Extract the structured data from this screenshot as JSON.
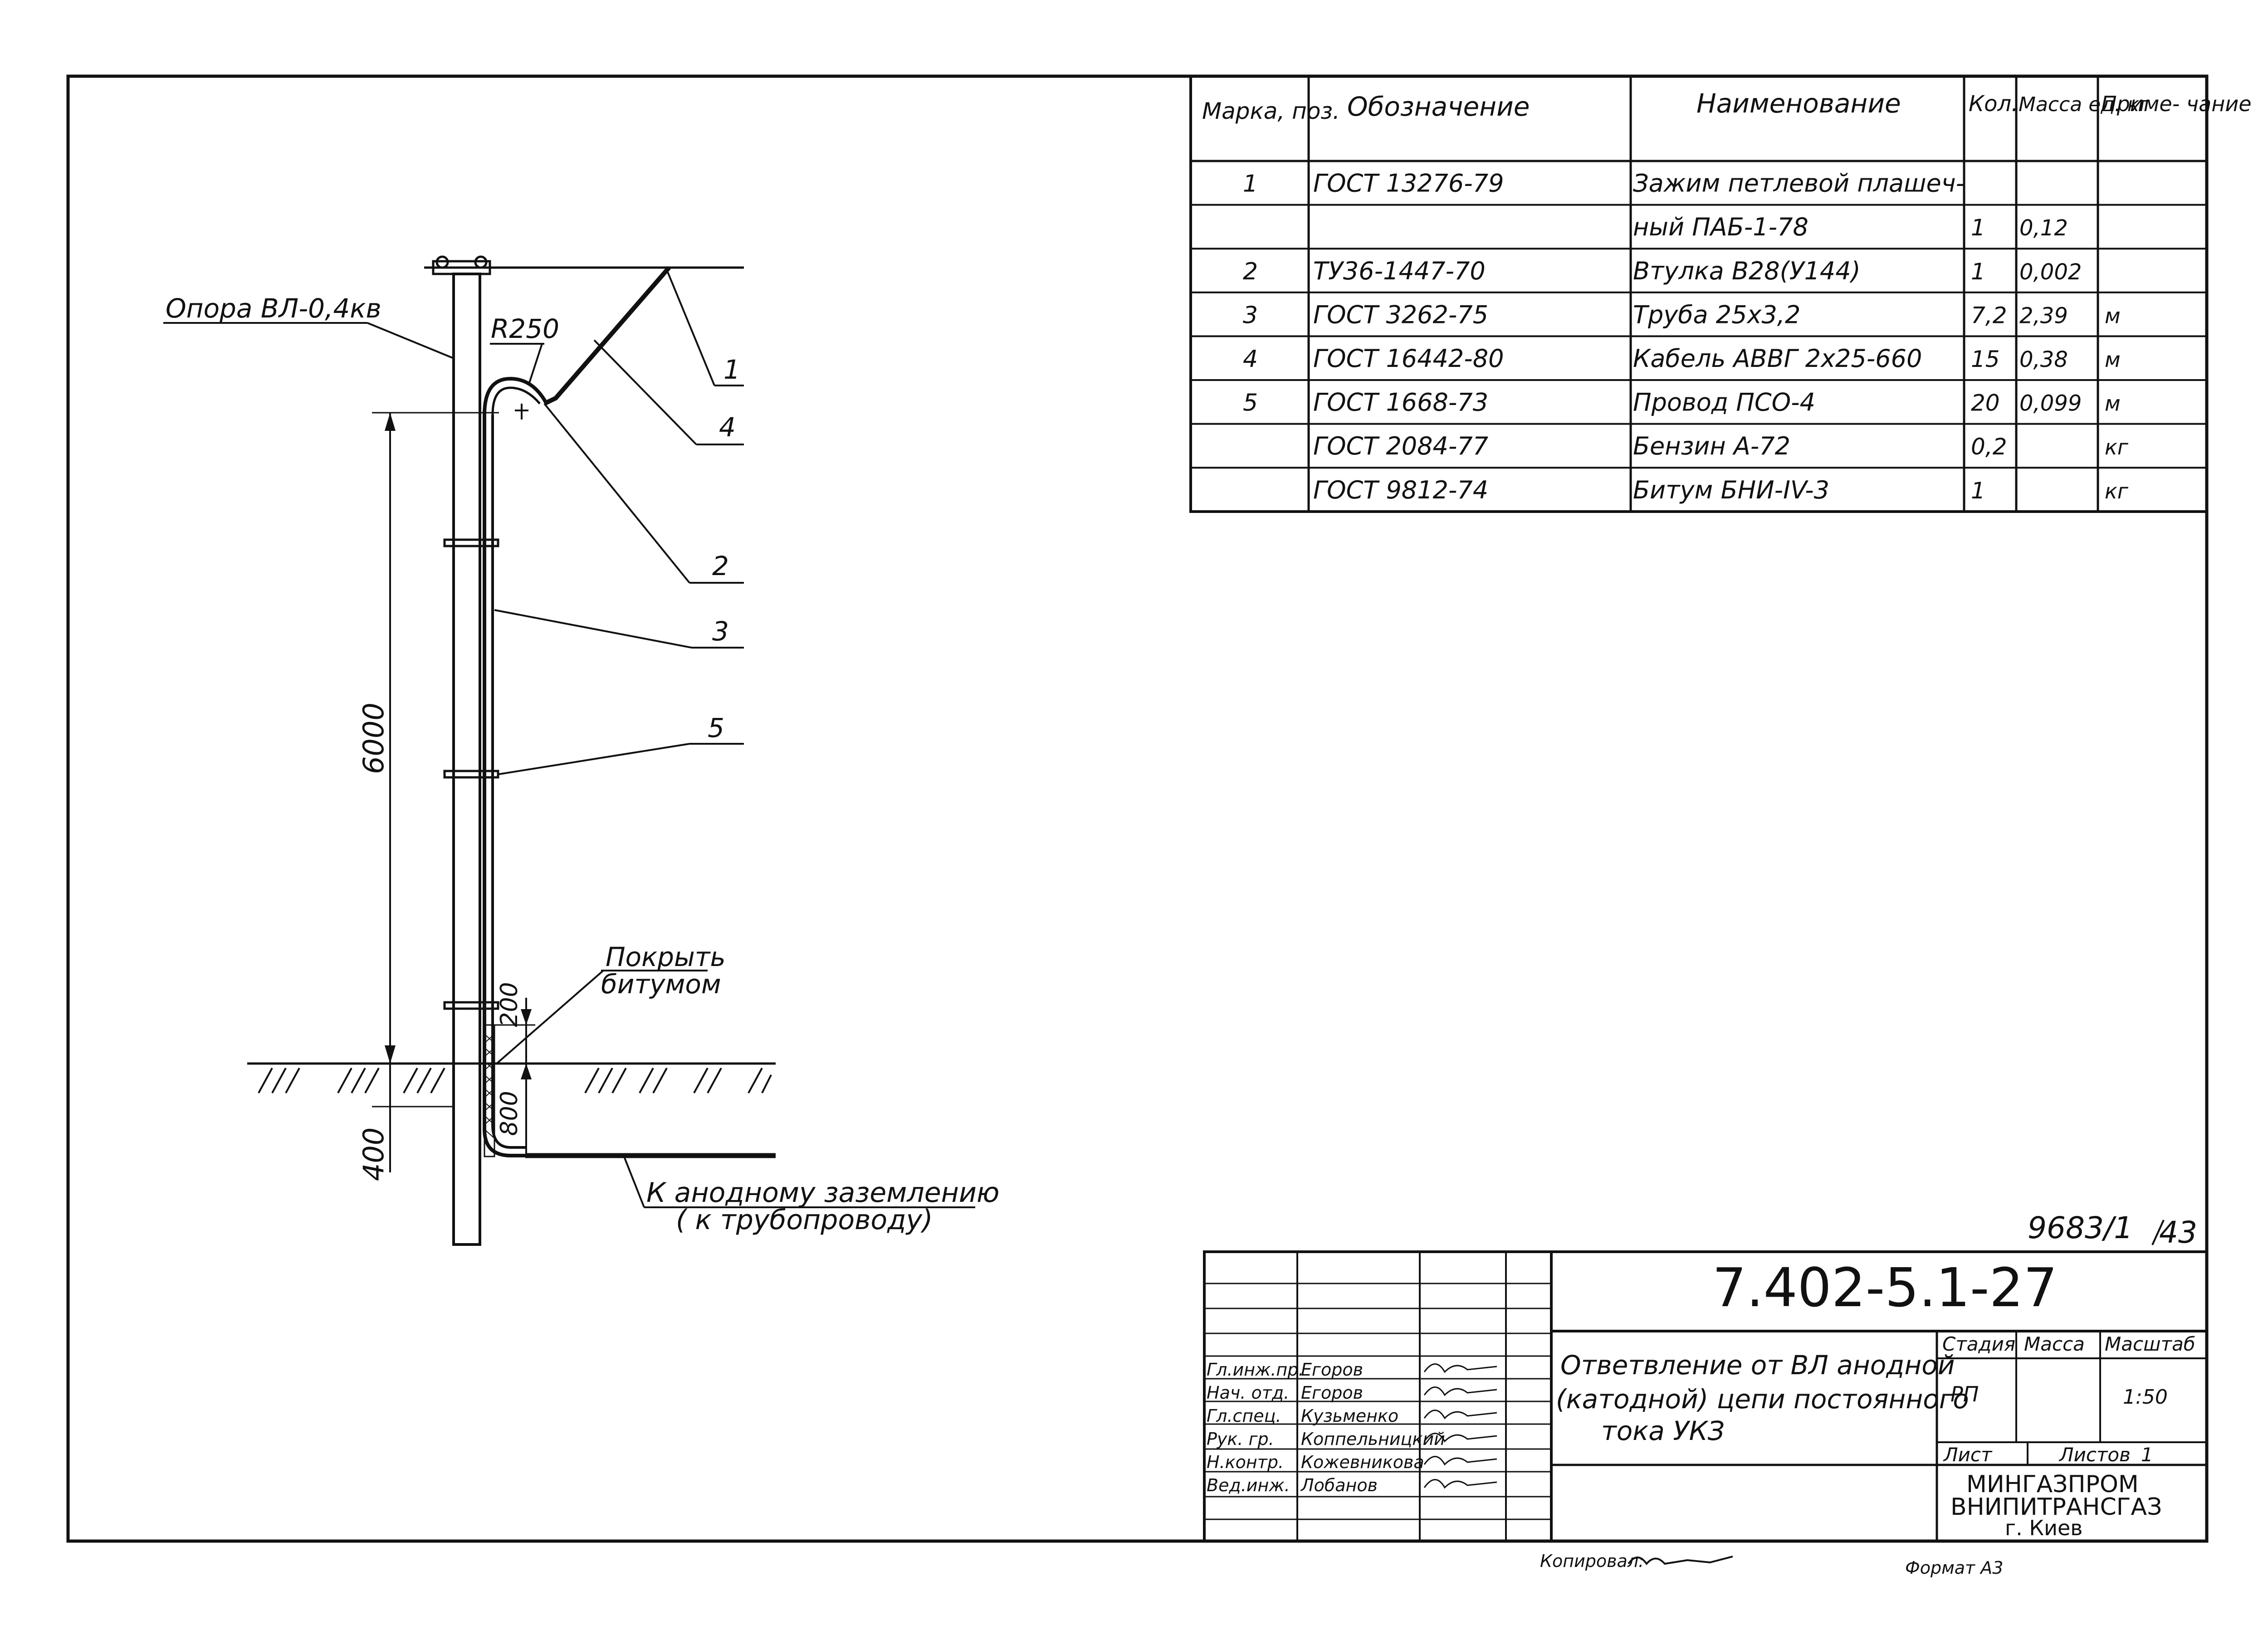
{
  "drawing": {
    "labels": {
      "support": "Опора ВЛ-0,4кв",
      "radius": "R250",
      "coat_line1": "Покрыть",
      "coat_line2": "битумом",
      "dim_6000": "6000",
      "dim_400": "400",
      "dim_800": "800",
      "dim_200": "200",
      "to_ground_line1": "К анодному заземлению",
      "to_ground_line2": "( к трубопроводу)"
    },
    "callouts": [
      "1",
      "4",
      "2",
      "3",
      "5"
    ]
  },
  "spec_table": {
    "headers": {
      "mark": "Марка, поз.",
      "designation": "Обозначение",
      "name": "Наименование",
      "qty": "Кол.",
      "mass": "Масса ед. кг",
      "note": "Приме- чание"
    },
    "rows": [
      {
        "mark": "1",
        "designation": "ГОСТ 13276-79",
        "name": "Зажим петлевой плашеч-",
        "qty": "",
        "mass": "",
        "note": ""
      },
      {
        "mark": "",
        "designation": "",
        "name": "ный ПАБ-1-78",
        "qty": "1",
        "mass": "0,12",
        "note": ""
      },
      {
        "mark": "2",
        "designation": "ТУ36-1447-70",
        "name": "Втулка В28(У144)",
        "qty": "1",
        "mass": "0,002",
        "note": ""
      },
      {
        "mark": "3",
        "designation": "ГОСТ 3262-75",
        "name": "Труба 25х3,2",
        "qty": "7,2",
        "mass": "2,39",
        "note": "м"
      },
      {
        "mark": "4",
        "designation": "ГОСТ 16442-80",
        "name": "Кабель АВВГ 2х25-660",
        "qty": "15",
        "mass": "0,38",
        "note": "м"
      },
      {
        "mark": "5",
        "designation": "ГОСТ 1668-73",
        "name": "Провод ПСО-4",
        "qty": "20",
        "mass": "0,099",
        "note": "м"
      },
      {
        "mark": "",
        "designation": "ГОСТ 2084-77",
        "name": "Бензин А-72",
        "qty": "0,2",
        "mass": "",
        "note": "кг"
      },
      {
        "mark": "",
        "designation": "ГОСТ 9812-74",
        "name": "Битум БНИ-IV-3",
        "qty": "1",
        "mass": "",
        "note": "кг"
      }
    ]
  },
  "title_block": {
    "sheet_ref": "9683/1",
    "sheet_no": "43",
    "doc_code": "7.402-5.1-27",
    "title_line1": "Ответвление от ВЛ анодной",
    "title_line2": "(катодной) цепи постоянного",
    "title_line3": "тока УКЗ",
    "col_stage": "Стадия",
    "col_mass": "Масса",
    "col_scale": "Масштаб",
    "stage": "РП",
    "scale": "1:50",
    "sheet_label": "Лист",
    "sheets_label": "Листов",
    "sheets_count": "1",
    "org_line1": "МИНГАЗПРОМ",
    "org_line2": "ВНИПИТРАНСГАЗ",
    "org_line3": "г. Киев",
    "people": [
      {
        "role": "Гл.инж.пр.",
        "name": "Егоров"
      },
      {
        "role": "Нач. отд.",
        "name": "Егоров"
      },
      {
        "role": "Гл.спец.",
        "name": "Кузьменко"
      },
      {
        "role": "Рук. гр.",
        "name": "Коппельницкий"
      },
      {
        "role": "Н.контр.",
        "name": "Кожевникова"
      },
      {
        "role": "Вед.инж.",
        "name": "Лобанов"
      }
    ],
    "copied_by": "Копировал:",
    "format": "Формат А3"
  }
}
